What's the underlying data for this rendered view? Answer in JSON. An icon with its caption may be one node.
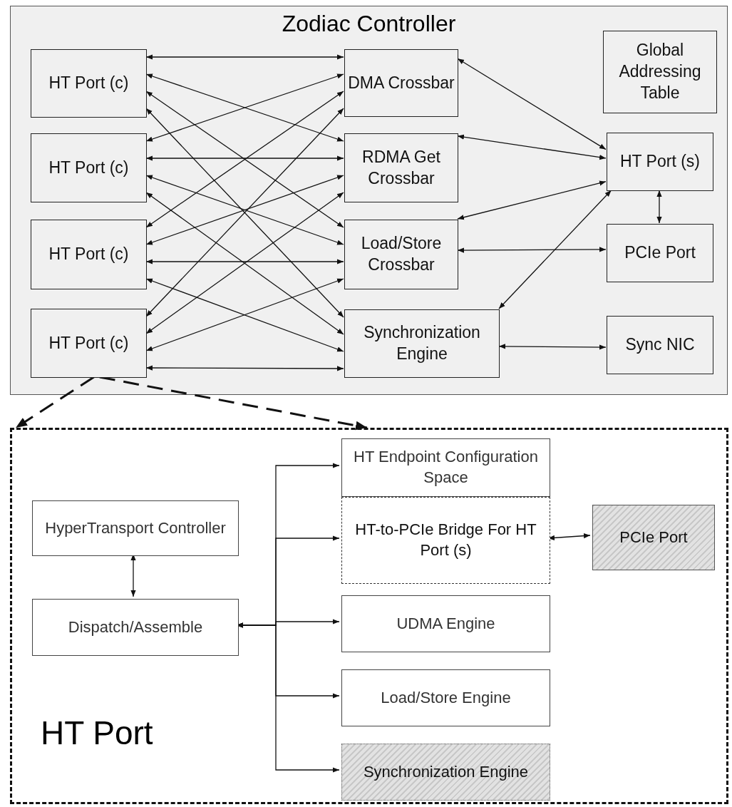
{
  "diagram": {
    "nodes": [
      {
        "text": [
          "Zodiac Controller"
        ]
      },
      {
        "text": [
          "HT Port (c)"
        ],
        "in": 0
      },
      {
        "text": [
          "HT Port (c)"
        ],
        "in": 0
      },
      {
        "text": [
          "HT Port (c)"
        ],
        "in": 0
      },
      {
        "text": [
          "HT Port (c)"
        ],
        "in": 0
      },
      {
        "text": [
          "DMA Crossbar"
        ],
        "in": 0
      },
      {
        "text": [
          "RDMA Get Crossbar"
        ],
        "in": 0
      },
      {
        "text": [
          "Load/Store Crossbar"
        ],
        "in": 0
      },
      {
        "text": [
          "Synchronization Engine"
        ],
        "in": 0
      },
      {
        "text": [
          "Global Addressing Table"
        ],
        "in": 0
      },
      {
        "text": [
          "HT Port (s)"
        ],
        "in": 0
      },
      {
        "text": [
          "PCIe Port"
        ],
        "in": 0
      },
      {
        "text": [
          "Sync NIC"
        ],
        "in": 0
      },
      {
        "text": [
          "HT Port"
        ]
      },
      {
        "text": [
          "HyperTransport Controller"
        ],
        "in": 13
      },
      {
        "text": [
          "Dispatch/Assemble"
        ],
        "in": 13
      },
      {
        "text": [
          "HT Endpoint Configuration Space"
        ],
        "in": 13
      },
      {
        "text": [
          "HT-to-PCIe Bridge For HT Port (s)"
        ],
        "in": 13
      },
      {
        "text": [
          "PCIe Port"
        ],
        "in": 13
      },
      {
        "text": [
          "UDMA Engine"
        ],
        "in": 13
      },
      {
        "text": [
          "Load/Store Engine"
        ],
        "in": 13
      },
      {
        "text": [
          "Synchronization Engine"
        ],
        "in": 13
      }
    ],
    "edges": [
      {
        "from": 1,
        "to": 5,
        "arrow": "both"
      },
      {
        "from": 1,
        "to": 6,
        "arrow": "both"
      },
      {
        "from": 1,
        "to": 7,
        "arrow": "both"
      },
      {
        "from": 1,
        "to": 8,
        "arrow": "both"
      },
      {
        "from": 2,
        "to": 5,
        "arrow": "both"
      },
      {
        "from": 2,
        "to": 6,
        "arrow": "both"
      },
      {
        "from": 2,
        "to": 7,
        "arrow": "both"
      },
      {
        "from": 2,
        "to": 8,
        "arrow": "both"
      },
      {
        "from": 3,
        "to": 5,
        "arrow": "both"
      },
      {
        "from": 3,
        "to": 6,
        "arrow": "both"
      },
      {
        "from": 3,
        "to": 7,
        "arrow": "both"
      },
      {
        "from": 3,
        "to": 8,
        "arrow": "both"
      },
      {
        "from": 4,
        "to": 5,
        "arrow": "both"
      },
      {
        "from": 4,
        "to": 6,
        "arrow": "both"
      },
      {
        "from": 4,
        "to": 7,
        "arrow": "both"
      },
      {
        "from": 4,
        "to": 8,
        "arrow": "both"
      },
      {
        "from": 5,
        "to": 10,
        "arrow": "both"
      },
      {
        "from": 6,
        "to": 10,
        "arrow": "both"
      },
      {
        "from": 7,
        "to": 10,
        "arrow": "both"
      },
      {
        "from": 8,
        "to": 10,
        "arrow": "both"
      },
      {
        "from": 10,
        "to": 11,
        "arrow": "both"
      },
      {
        "from": 7,
        "to": 11,
        "arrow": "both"
      },
      {
        "from": 8,
        "to": 12,
        "arrow": "both"
      },
      {
        "from": 4,
        "to": 13,
        "arrow": "to",
        "style": "dashed"
      },
      {
        "from": 4,
        "to": 13,
        "arrow": "to",
        "style": "dashed"
      },
      {
        "from": 14,
        "to": 15,
        "arrow": "both"
      },
      {
        "from": 15,
        "to": 16,
        "arrow": "both"
      },
      {
        "from": 15,
        "to": 17,
        "arrow": "both"
      },
      {
        "from": 15,
        "to": 19,
        "arrow": "both"
      },
      {
        "from": 15,
        "to": 20,
        "arrow": "both"
      },
      {
        "from": 15,
        "to": 21,
        "arrow": "both"
      },
      {
        "from": 17,
        "to": 18,
        "arrow": "both"
      }
    ]
  }
}
